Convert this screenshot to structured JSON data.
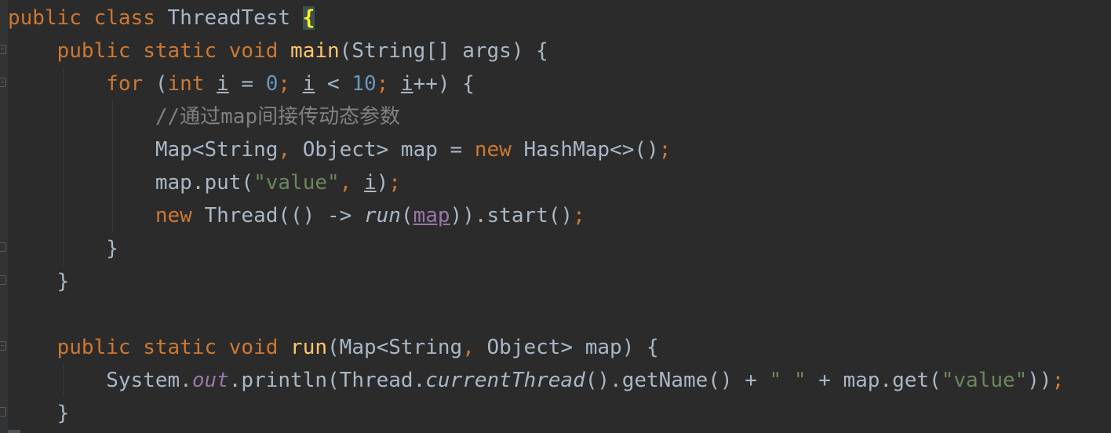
{
  "editor": {
    "lines": [
      {
        "tokens": [
          {
            "t": "public ",
            "c": "kw"
          },
          {
            "t": "class ",
            "c": "kw"
          },
          {
            "t": "ThreadTest ",
            "c": "plain"
          },
          {
            "t": "{",
            "c": "brace-hl"
          }
        ]
      },
      {
        "tokens": [
          {
            "t": "    public ",
            "c": "kw"
          },
          {
            "t": "static ",
            "c": "kw"
          },
          {
            "t": "void ",
            "c": "kw"
          },
          {
            "t": "main",
            "c": "fn"
          },
          {
            "t": "(String[] args) {",
            "c": "plain"
          }
        ]
      },
      {
        "tokens": [
          {
            "t": "        for ",
            "c": "kw"
          },
          {
            "t": "(",
            "c": "plain"
          },
          {
            "t": "int ",
            "c": "kw"
          },
          {
            "t": "i",
            "c": "ul"
          },
          {
            "t": " = ",
            "c": "plain"
          },
          {
            "t": "0",
            "c": "num"
          },
          {
            "t": "; ",
            "c": "kw"
          },
          {
            "t": "i",
            "c": "ul"
          },
          {
            "t": " < ",
            "c": "plain"
          },
          {
            "t": "10",
            "c": "num"
          },
          {
            "t": "; ",
            "c": "kw"
          },
          {
            "t": "i",
            "c": "ul"
          },
          {
            "t": "++) {",
            "c": "plain"
          }
        ]
      },
      {
        "tokens": [
          {
            "t": "            //通过map间接传动态参数",
            "c": "cmt"
          }
        ]
      },
      {
        "tokens": [
          {
            "t": "            Map<String",
            "c": "plain"
          },
          {
            "t": ", ",
            "c": "kw"
          },
          {
            "t": "Object> map = ",
            "c": "plain"
          },
          {
            "t": "new ",
            "c": "kw"
          },
          {
            "t": "HashMap<>()",
            "c": "plain"
          },
          {
            "t": ";",
            "c": "kw"
          }
        ]
      },
      {
        "tokens": [
          {
            "t": "            map.put(",
            "c": "plain"
          },
          {
            "t": "\"value\"",
            "c": "str"
          },
          {
            "t": ", ",
            "c": "kw"
          },
          {
            "t": "i",
            "c": "ul"
          },
          {
            "t": ")",
            "c": "plain"
          },
          {
            "t": ";",
            "c": "kw"
          }
        ]
      },
      {
        "tokens": [
          {
            "t": "            new ",
            "c": "kw"
          },
          {
            "t": "Thread(() -> ",
            "c": "plain"
          },
          {
            "t": "run",
            "c": "it"
          },
          {
            "t": "(",
            "c": "plain"
          },
          {
            "t": "map",
            "c": "cap"
          },
          {
            "t": ")).start()",
            "c": "plain"
          },
          {
            "t": ";",
            "c": "kw"
          }
        ]
      },
      {
        "tokens": [
          {
            "t": "        }",
            "c": "plain"
          }
        ]
      },
      {
        "tokens": [
          {
            "t": "    }",
            "c": "plain"
          }
        ]
      },
      {
        "tokens": [
          {
            "t": "",
            "c": "plain"
          }
        ]
      },
      {
        "tokens": [
          {
            "t": "    public ",
            "c": "kw"
          },
          {
            "t": "static ",
            "c": "kw"
          },
          {
            "t": "void ",
            "c": "kw"
          },
          {
            "t": "run",
            "c": "fn"
          },
          {
            "t": "(Map<String",
            "c": "plain"
          },
          {
            "t": ", ",
            "c": "kw"
          },
          {
            "t": "Object> map) {",
            "c": "plain"
          }
        ]
      },
      {
        "tokens": [
          {
            "t": "        System.",
            "c": "plain"
          },
          {
            "t": "out",
            "c": "static-field"
          },
          {
            "t": ".println(Thread.",
            "c": "plain"
          },
          {
            "t": "currentThread",
            "c": "it"
          },
          {
            "t": "().getName() + ",
            "c": "plain"
          },
          {
            "t": "\" \"",
            "c": "str"
          },
          {
            "t": " + map.get(",
            "c": "plain"
          },
          {
            "t": "\"value\"",
            "c": "str"
          },
          {
            "t": "))",
            "c": "plain"
          },
          {
            "t": ";",
            "c": "kw"
          }
        ]
      },
      {
        "tokens": [
          {
            "t": "    }",
            "c": "plain"
          }
        ]
      }
    ]
  }
}
